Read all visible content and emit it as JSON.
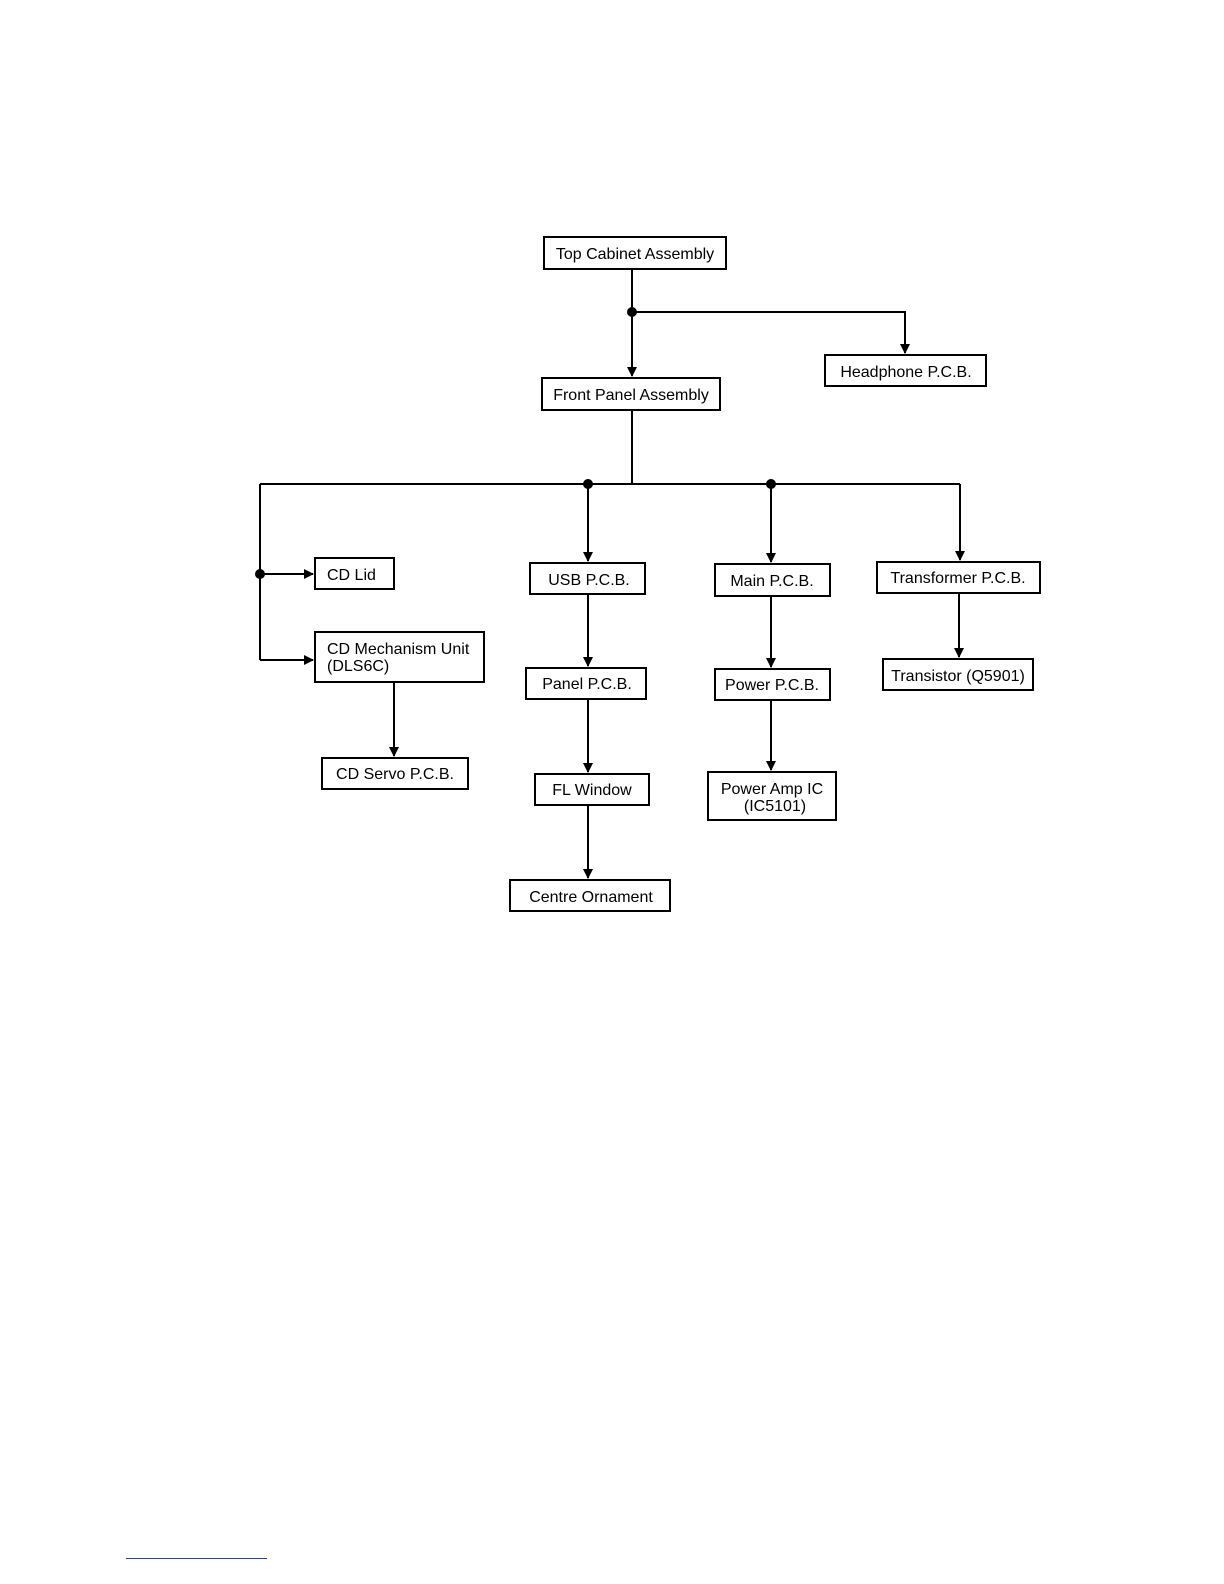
{
  "diagram": {
    "nodes": {
      "top_cabinet": "Top Cabinet Assembly",
      "headphone_pcb": "Headphone P.C.B.",
      "front_panel": "Front Panel Assembly",
      "cd_lid": "CD Lid",
      "cd_mech_line1": "CD Mechanism Unit",
      "cd_mech_line2": "(DLS6C)",
      "cd_servo": "CD Servo P.C.B.",
      "usb_pcb": "USB P.C.B.",
      "panel_pcb": "Panel P.C.B.",
      "fl_window": "FL Window",
      "centre_ornament": "Centre Ornament",
      "main_pcb": "Main P.C.B.",
      "power_pcb": "Power P.C.B.",
      "power_amp_line1": "Power Amp IC",
      "power_amp_line2": "(IC5101)",
      "transformer_pcb": "Transformer P.C.B.",
      "transistor": "Transistor (Q5901)"
    },
    "edges": [
      [
        "top_cabinet",
        "front_panel"
      ],
      [
        "top_cabinet",
        "headphone_pcb"
      ],
      [
        "front_panel",
        "cd_lid"
      ],
      [
        "front_panel",
        "cd_mech"
      ],
      [
        "front_panel",
        "usb_pcb"
      ],
      [
        "front_panel",
        "main_pcb"
      ],
      [
        "front_panel",
        "transformer_pcb"
      ],
      [
        "cd_mech",
        "cd_servo"
      ],
      [
        "usb_pcb",
        "panel_pcb"
      ],
      [
        "panel_pcb",
        "fl_window"
      ],
      [
        "fl_window",
        "centre_ornament"
      ],
      [
        "main_pcb",
        "power_pcb"
      ],
      [
        "power_pcb",
        "power_amp"
      ],
      [
        "transformer_pcb",
        "transistor"
      ]
    ]
  }
}
